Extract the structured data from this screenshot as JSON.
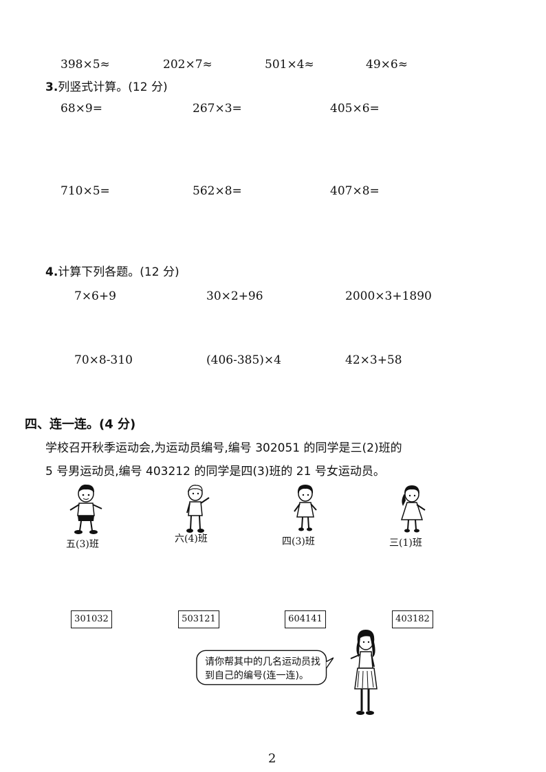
{
  "estimate_row": [
    "398×5≈",
    "202×7≈",
    "501×4≈",
    "49×6≈"
  ],
  "q3": {
    "number": "3.",
    "title": "列竖式计算。(12 分)",
    "row1": [
      "68×9=",
      "267×3=",
      "405×6="
    ],
    "row2": [
      "710×5=",
      "562×8=",
      "407×8="
    ]
  },
  "q4": {
    "number": "4.",
    "title": "计算下列各题。(12 分)",
    "row1": [
      "7×6+9",
      "30×2+96",
      "2000×3+1890"
    ],
    "row2": [
      "70×8-310",
      "(406-385)×4",
      "42×3+58"
    ]
  },
  "section4": {
    "title": "四、连一连。(4 分)",
    "line1": "学校召开秋季运动会,为运动员编号,编号 302051 的同学是三(2)班的",
    "line2": "5 号男运动员,编号 403212 的同学是四(3)班的 21 号女运动员。",
    "classes": [
      "五(3)班",
      "六(4)班",
      "四(3)班",
      "三(1)班"
    ],
    "codes": [
      "301032",
      "503121",
      "604141",
      "403182"
    ],
    "bubble_line1": "请你帮其中的几名运动员找",
    "bubble_line2": "到自己的编号(连一连)。"
  },
  "page_number": "2"
}
